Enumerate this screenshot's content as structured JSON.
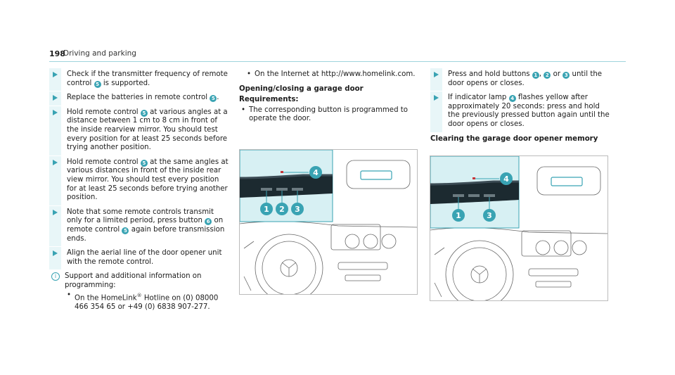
{
  "header": {
    "page_number": "198",
    "section": "Driving and parking"
  },
  "col1": {
    "steps": [
      {
        "pre": "Check if the transmitter frequency of remote control",
        "badge": "5",
        "post": "is supported."
      },
      {
        "pre": "Replace the batteries in remote control",
        "badge": "5",
        "post": "."
      },
      {
        "pre": "Hold remote control",
        "badge": "5",
        "post": "at various angles at a distance between 1 cm to 8 cm in front of the inside rearview mirror. You should test every position for at least 25 seconds before trying another position."
      },
      {
        "pre": "Hold remote control",
        "badge": "5",
        "post": "at the same angles at various distances in front of the inside rear view mirror. You should test every position for at least 25 seconds before trying another position."
      },
      {
        "pre": "Note that some remote controls transmit only for a limited period, press button",
        "badge": "6",
        "mid": "on remote control",
        "badge2": "5",
        "post": "again before transmission ends."
      },
      {
        "text": "Align the aerial line of the door opener unit with the remote control."
      }
    ],
    "info": "Support and additional information on programming:",
    "bullet_pre": "On the HomeLink",
    "bullet_reg": "®",
    "bullet_post": " Hotline on (0) 08000 466 354 65 or +49 (0) 6838 907-277."
  },
  "col2": {
    "bullet": "On the Internet at http://www.homelink.com.",
    "heading": "Opening/closing a garage door",
    "req_label": "Requirements:",
    "req_bullet": "The corresponding button is programmed to operate the door."
  },
  "col3": {
    "step1": {
      "pre": "Press and hold buttons",
      "b1": "1",
      "sep1": ",",
      "b2": "2",
      "sep2": "or",
      "b3": "3",
      "post": "until the door opens or closes."
    },
    "step2": {
      "pre": "If indicator lamp",
      "badge": "4",
      "post": "flashes yellow after approximately 20 seconds: press and hold the previously pressed button again until the door opens or closes."
    },
    "heading": "Clearing the garage door opener memory"
  },
  "fig1": {
    "labels": [
      "4",
      "1",
      "2",
      "3"
    ]
  },
  "fig2": {
    "labels": [
      "4",
      "1",
      "3"
    ]
  },
  "colors": {
    "accent": "#39a3b3",
    "panel_bg": "#d7f0f3",
    "line": "#9ed4dc"
  }
}
